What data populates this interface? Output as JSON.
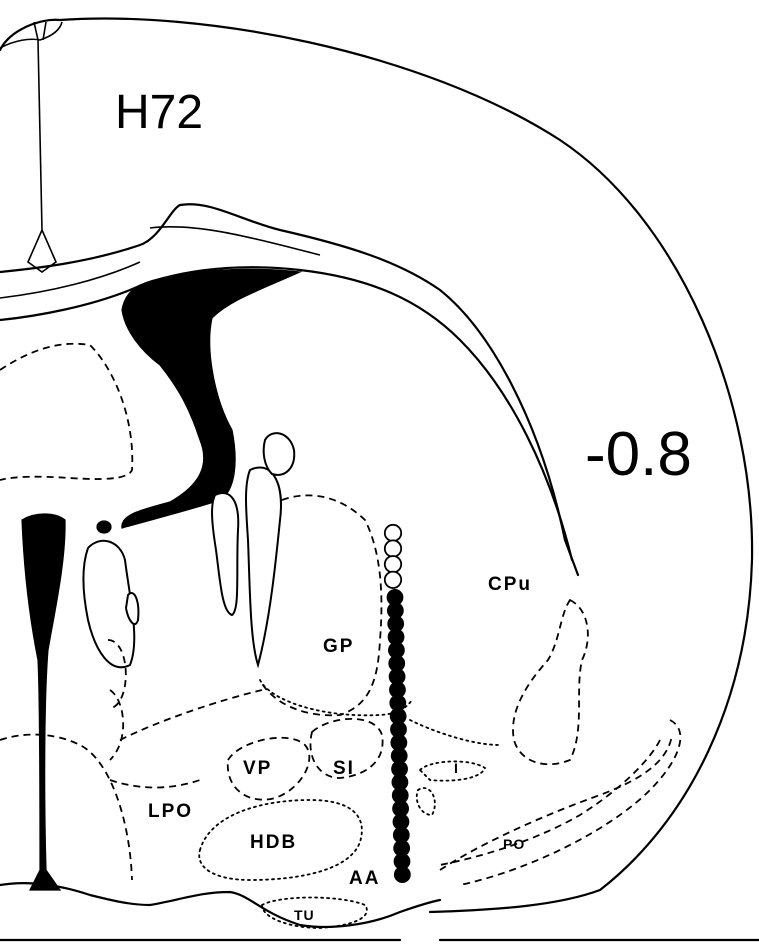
{
  "figure": {
    "section_id": "H72",
    "level": "-0.8",
    "regions": {
      "cpu": "CPu",
      "gp": "GP",
      "vp": "VP",
      "si": "SI",
      "lpo": "LPO",
      "hdb": "HDB",
      "aa": "AA",
      "po": "PO",
      "tu": "TU",
      "i": "I"
    },
    "sites": {
      "open_count": 4,
      "filled_count": 22
    },
    "colors": {
      "ink": "#000000",
      "paper": "#ffffff"
    }
  }
}
